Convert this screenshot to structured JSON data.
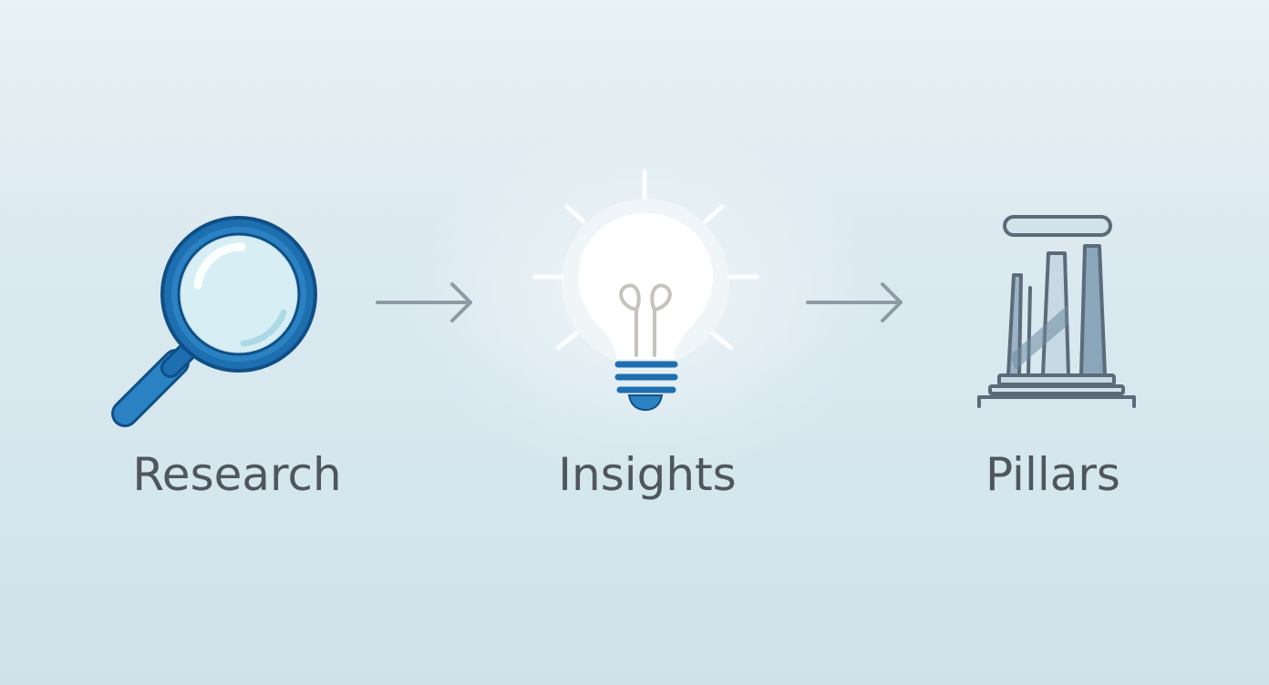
{
  "steps": [
    {
      "label": "Research",
      "icon": "magnifying-glass-icon"
    },
    {
      "label": "Insights",
      "icon": "lightbulb-icon"
    },
    {
      "label": "Pillars",
      "icon": "pillar-column-icon"
    }
  ],
  "connectors": [
    {
      "icon": "arrow-right-icon"
    },
    {
      "icon": "arrow-right-icon"
    }
  ],
  "colors": {
    "background": "#dceaf0",
    "magnifier_ring": "#1e6fb0",
    "magnifier_lens": "#c9e6ef",
    "bulb_base": "#1e6fb0",
    "pillar_stroke": "#5b6b79",
    "arrow": "#8f9aa6",
    "label_text": "#4f565d"
  }
}
